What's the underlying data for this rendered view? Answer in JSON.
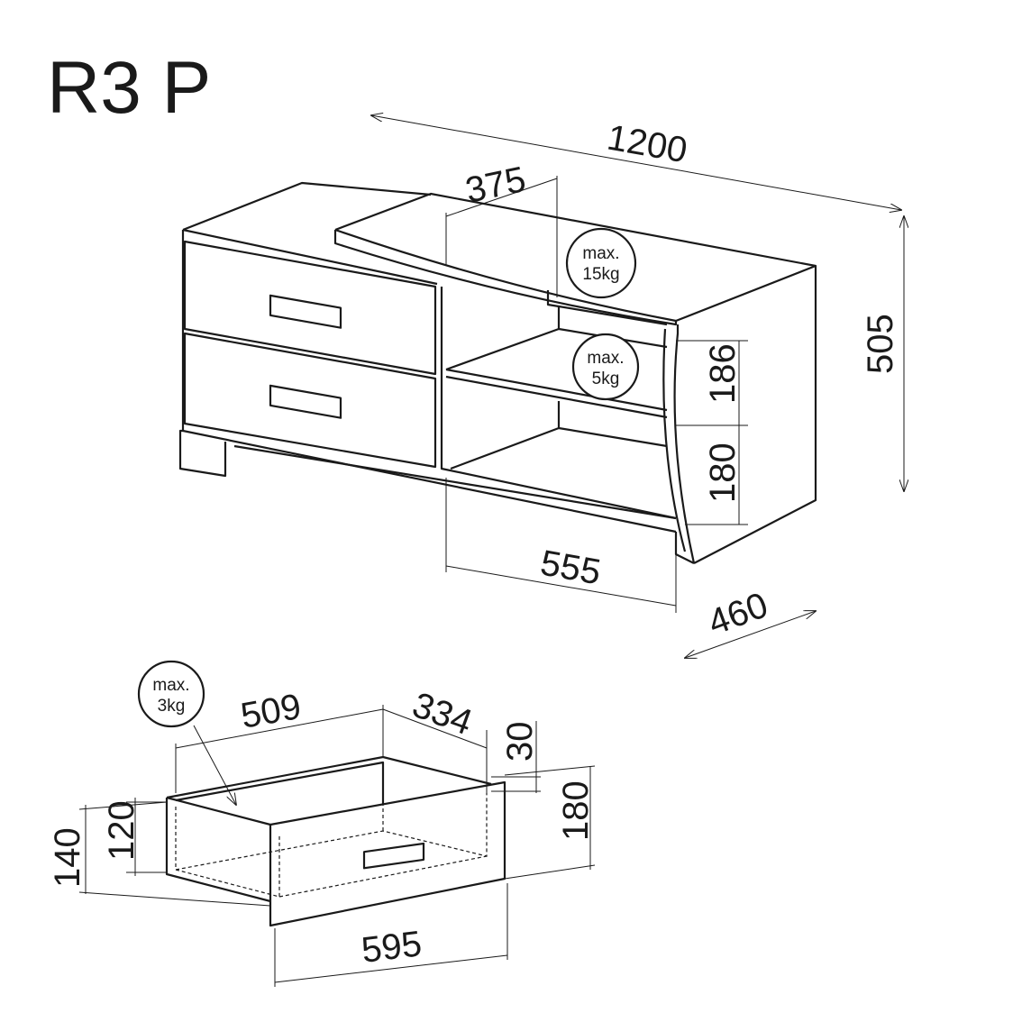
{
  "title": "R3 P",
  "cabinet": {
    "width": "1200",
    "height": "505",
    "depth": "460",
    "shelf_depth": "375",
    "open_width": "555",
    "upper_opening": "186",
    "lower_opening": "180",
    "top_load": {
      "line1": "max.",
      "line2": "15kg"
    },
    "shelf_load": {
      "line1": "max.",
      "line2": "5kg"
    }
  },
  "drawer": {
    "inner_width": "509",
    "inner_depth": "334",
    "front_overhang": "30",
    "front_height": "180",
    "inner_height": "120",
    "box_height": "140",
    "front_width": "595",
    "load": {
      "line1": "max.",
      "line2": "3kg"
    }
  }
}
